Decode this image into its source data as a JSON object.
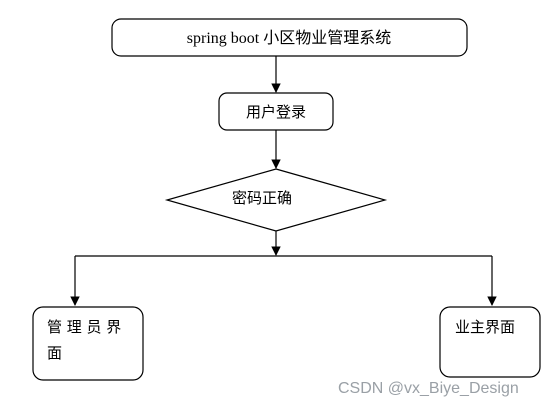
{
  "nodes": {
    "title": "spring boot  小区物业管理系统",
    "login": "用户登录",
    "check": "密码正确",
    "admin_line1": "管 理 员 界",
    "admin_line2": "面",
    "owner": "业主界面"
  },
  "watermark": "CSDN @vx_Biye_Design",
  "colors": {
    "stroke": "#000000",
    "background": "#ffffff",
    "watermark": "#9aa0a6"
  }
}
